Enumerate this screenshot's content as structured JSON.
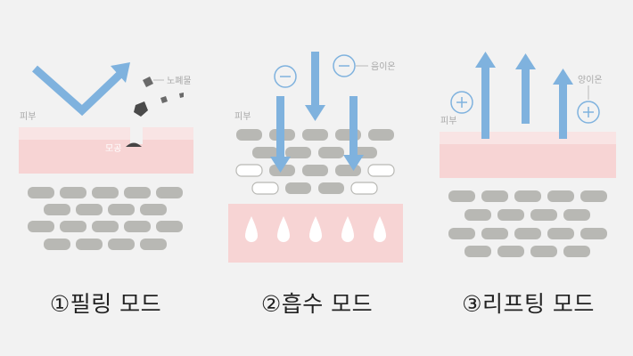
{
  "panels": [
    {
      "caption": "①필링 모드",
      "labels": {
        "skin": "피부",
        "pore": "모공",
        "waste": "노폐물"
      }
    },
    {
      "caption": "②흡수 모드",
      "labels": {
        "skin": "피부",
        "ion": "음이온"
      }
    },
    {
      "caption": "③리프팅 모드",
      "labels": {
        "skin": "피부",
        "ion": "양이온"
      }
    }
  ],
  "colors": {
    "background": "#f2f2f2",
    "skin_light": "#f9e4e4",
    "skin_pink": "#f7d4d4",
    "cell_gray": "#b8b8b4",
    "arrow_blue": "#7fb2de",
    "caption_text": "#222222"
  }
}
